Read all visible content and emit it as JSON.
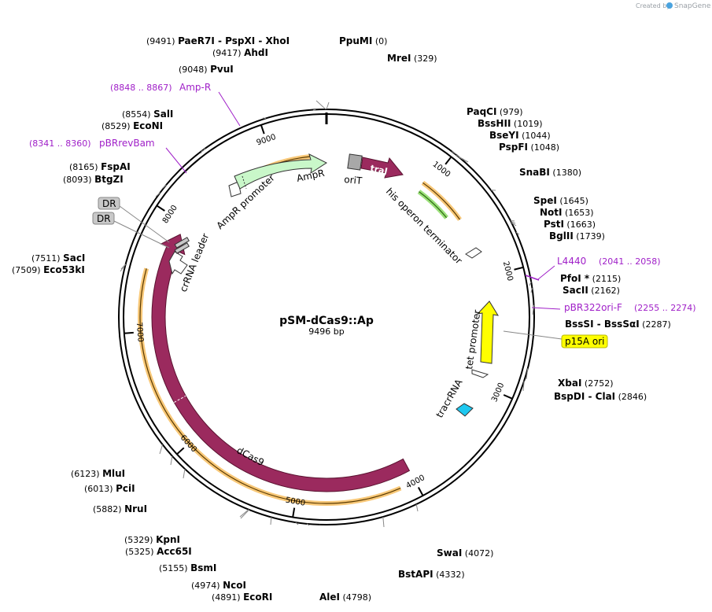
{
  "credit": {
    "created_by": "Created by",
    "brand": "SnapGene"
  },
  "plasmid": {
    "name": "pSM-dCas9::Ap",
    "size": "9496 bp",
    "length": 9496
  },
  "ticks": [
    {
      "label": "1000",
      "pos": 1000
    },
    {
      "label": "2000",
      "pos": 2000
    },
    {
      "label": "3000",
      "pos": 3000
    },
    {
      "label": "4000",
      "pos": 4000
    },
    {
      "label": "5000",
      "pos": 5000
    },
    {
      "label": "6000",
      "pos": 6000
    },
    {
      "label": "7000",
      "pos": 7000
    },
    {
      "label": "8000",
      "pos": 8000
    },
    {
      "label": "9000",
      "pos": 9000
    }
  ],
  "enzymes": [
    {
      "pos_text": "(9491)",
      "name": "PaeR7I",
      "suffix": " - PspXI - XhoI",
      "site": 9491
    },
    {
      "pos_text": "(0)",
      "name": "PpuMI",
      "site": 0
    },
    {
      "pos_text": "(9417)",
      "name": "AhdI",
      "site": 9417
    },
    {
      "pos_text": "(329)",
      "name": "MreI",
      "site": 329
    },
    {
      "pos_text": "(9048)",
      "name": "PvuI",
      "site": 9048
    },
    {
      "pos_text": "(979)",
      "name": "PaqCI",
      "site": 979
    },
    {
      "pos_text": "(1019)",
      "name": "BssHII",
      "site": 1019
    },
    {
      "pos_text": "(1044)",
      "name": "BseYI",
      "site": 1044
    },
    {
      "pos_text": "(1048)",
      "name": "PspFI",
      "site": 1048
    },
    {
      "pos_text": "(8554)",
      "name": "SalI",
      "site": 8554
    },
    {
      "pos_text": "(8529)",
      "name": "EcoNI",
      "site": 8529
    },
    {
      "pos_text": "(1380)",
      "name": "SnaBI",
      "site": 1380
    },
    {
      "pos_text": "(8165)",
      "name": "FspAI",
      "site": 8165
    },
    {
      "pos_text": "(8093)",
      "name": "BtgZI",
      "site": 8093
    },
    {
      "pos_text": "(1645)",
      "name": "SpeI",
      "site": 1645
    },
    {
      "pos_text": "(1653)",
      "name": "NotI",
      "site": 1653
    },
    {
      "pos_text": "(1663)",
      "name": "PstI",
      "site": 1663
    },
    {
      "pos_text": "(1739)",
      "name": "BglII",
      "site": 1739
    },
    {
      "pos_text": "(7511)",
      "name": "SacI",
      "site": 7511
    },
    {
      "pos_text": "(7509)",
      "name": "Eco53kI",
      "site": 7509
    },
    {
      "pos_text": "(2115)",
      "name": "PfoI *",
      "site": 2115
    },
    {
      "pos_text": "(2162)",
      "name": "SacII",
      "site": 2162
    },
    {
      "pos_text": "(2287)",
      "name": "BssSI",
      "suffix": " - BssSαI",
      "site": 2287
    },
    {
      "pos_text": "(2752)",
      "name": "XbaI",
      "site": 2752
    },
    {
      "pos_text": "(2846)",
      "name": "BspDI",
      "suffix": " - ClaI",
      "site": 2846
    },
    {
      "pos_text": "(6123)",
      "name": "MluI",
      "site": 6123
    },
    {
      "pos_text": "(6013)",
      "name": "PciI",
      "site": 6013
    },
    {
      "pos_text": "(5882)",
      "name": "NruI",
      "site": 5882
    },
    {
      "pos_text": "(5329)",
      "name": "KpnI",
      "site": 5329
    },
    {
      "pos_text": "(5325)",
      "name": "Acc65I",
      "site": 5325
    },
    {
      "pos_text": "(5155)",
      "name": "BsmI",
      "site": 5155
    },
    {
      "pos_text": "(4974)",
      "name": "NcoI",
      "site": 4974
    },
    {
      "pos_text": "(4891)",
      "name": "EcoRI",
      "site": 4891
    },
    {
      "pos_text": "(4798)",
      "name": "AleI",
      "site": 4798
    },
    {
      "pos_text": "(4072)",
      "name": "SwaI",
      "site": 4072
    },
    {
      "pos_text": "(4332)",
      "name": "BstAPI",
      "site": 4332
    }
  ],
  "primers": [
    {
      "range": "(8848 .. 8867)",
      "name": "Amp-R"
    },
    {
      "range": "(8341 .. 8360)",
      "name": "pBRrevBam"
    },
    {
      "name": "L4440",
      "range": "(2041 .. 2058)"
    },
    {
      "name": "pBR322ori-F",
      "range": "(2255 .. 2274)"
    }
  ],
  "features": {
    "ampr_promoter": "AmpR promoter",
    "ampr": "AmpR",
    "orit": "oriT",
    "traj": "traJ",
    "his_terminator": "his operon terminator",
    "crrna_leader": "crRNA leader",
    "dr1": "DR",
    "dr2": "DR",
    "tet_promoter": "tet promoter",
    "p15a_ori": "p15A ori",
    "tracrrna": "tracrRNA",
    "dcas9": "dCas9"
  },
  "colors": {
    "backbone": "#000000",
    "dcas9": "#9b2a5e",
    "traj": "#9b2a5e",
    "ampr": "#c9f7c9",
    "tet_promoter": "#ffff00",
    "tracrrna": "#1ec8f0",
    "orange_highlight": "#f8c878",
    "green_highlight": "#9be07a",
    "primer": "#a020c8",
    "dr_fill": "#c8c8c8"
  }
}
